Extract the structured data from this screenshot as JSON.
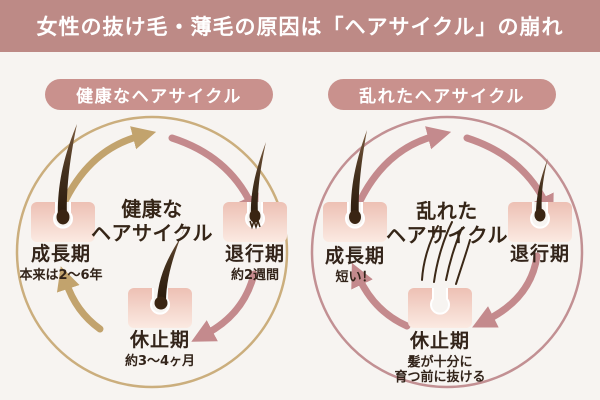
{
  "title": "女性の抜け毛・薄毛の原因は「ヘアサイクル」の崩れ",
  "left": {
    "badge": "健康なヘアサイクル",
    "center_line1": "健康な",
    "center_line2": "ヘアサイクル",
    "phases": [
      {
        "name": "成長期",
        "note": "本来は2～6年"
      },
      {
        "name": "退行期",
        "note": "約2週間"
      },
      {
        "name": "休止期",
        "note": "約3～4ヶ月"
      }
    ]
  },
  "right": {
    "badge": "乱れたヘアサイクル",
    "center_line1": "乱れた",
    "center_line2": "ヘアサイクル",
    "phases": [
      {
        "name": "成長期",
        "note": "短い！"
      },
      {
        "name": "退行期",
        "note": ""
      },
      {
        "name": "休止期",
        "note": "髪が十分に",
        "note2": "育つ前に抜ける"
      }
    ]
  },
  "icons": {
    "left_growth": "hair-follicle-long-hair-icon",
    "left_regression": "hair-follicle-detaching-hair-icon",
    "left_rest": "hair-follicle-club-hair-icon",
    "right_growth": "hair-follicle-short-hair-icon",
    "right_regression": "hair-follicle-receding-hair-icon",
    "right_rest": "hair-follicle-empty-shedding-icon"
  },
  "colors": {
    "background": "#f7f4f1",
    "header_bg": "#bd8a86",
    "badge_bg": "#c9918d",
    "healthy_ring": "#cbae7d",
    "healthy_arrow": "#c2a36d",
    "disturbed_ring": "#c29093",
    "disturbed_arrow": "#c48a8d",
    "text_dark": "#352517",
    "skin_pink": "#edc0b4",
    "hair_brown": "#3a2513",
    "white": "#ffffff"
  }
}
